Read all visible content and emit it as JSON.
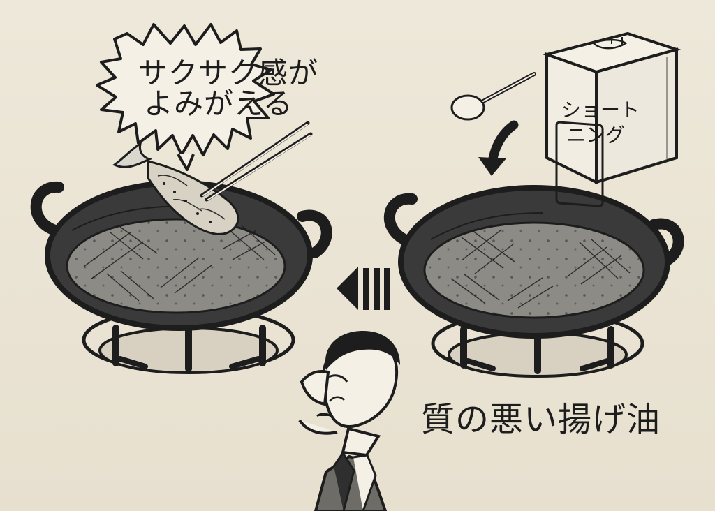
{
  "speech_bubble": {
    "line_1": "サクサク感が",
    "line_2": "よみがえる"
  },
  "can_label": {
    "line_1": "ショート",
    "line_2": "ニング"
  },
  "caption": "質の悪い揚げ油",
  "icons": {
    "left_pan": "frying-pan-icon",
    "right_pan": "frying-pan-icon",
    "burner": "burner-icon",
    "chopsticks": "chopsticks-icon",
    "shrimp": "fried-shrimp-icon",
    "spoon": "spoon-icon",
    "container": "shortening-can-icon",
    "arrow": "left-arrow-icon",
    "down_arrow": "down-arrow-icon",
    "person": "man-icon"
  },
  "colors": {
    "ink": "#1d1d1d",
    "paper": "#e9e3d4",
    "pan_dark": "#3a3a3a",
    "oil_gray": "#8c8b85",
    "oil_light": "#a5a39c"
  }
}
